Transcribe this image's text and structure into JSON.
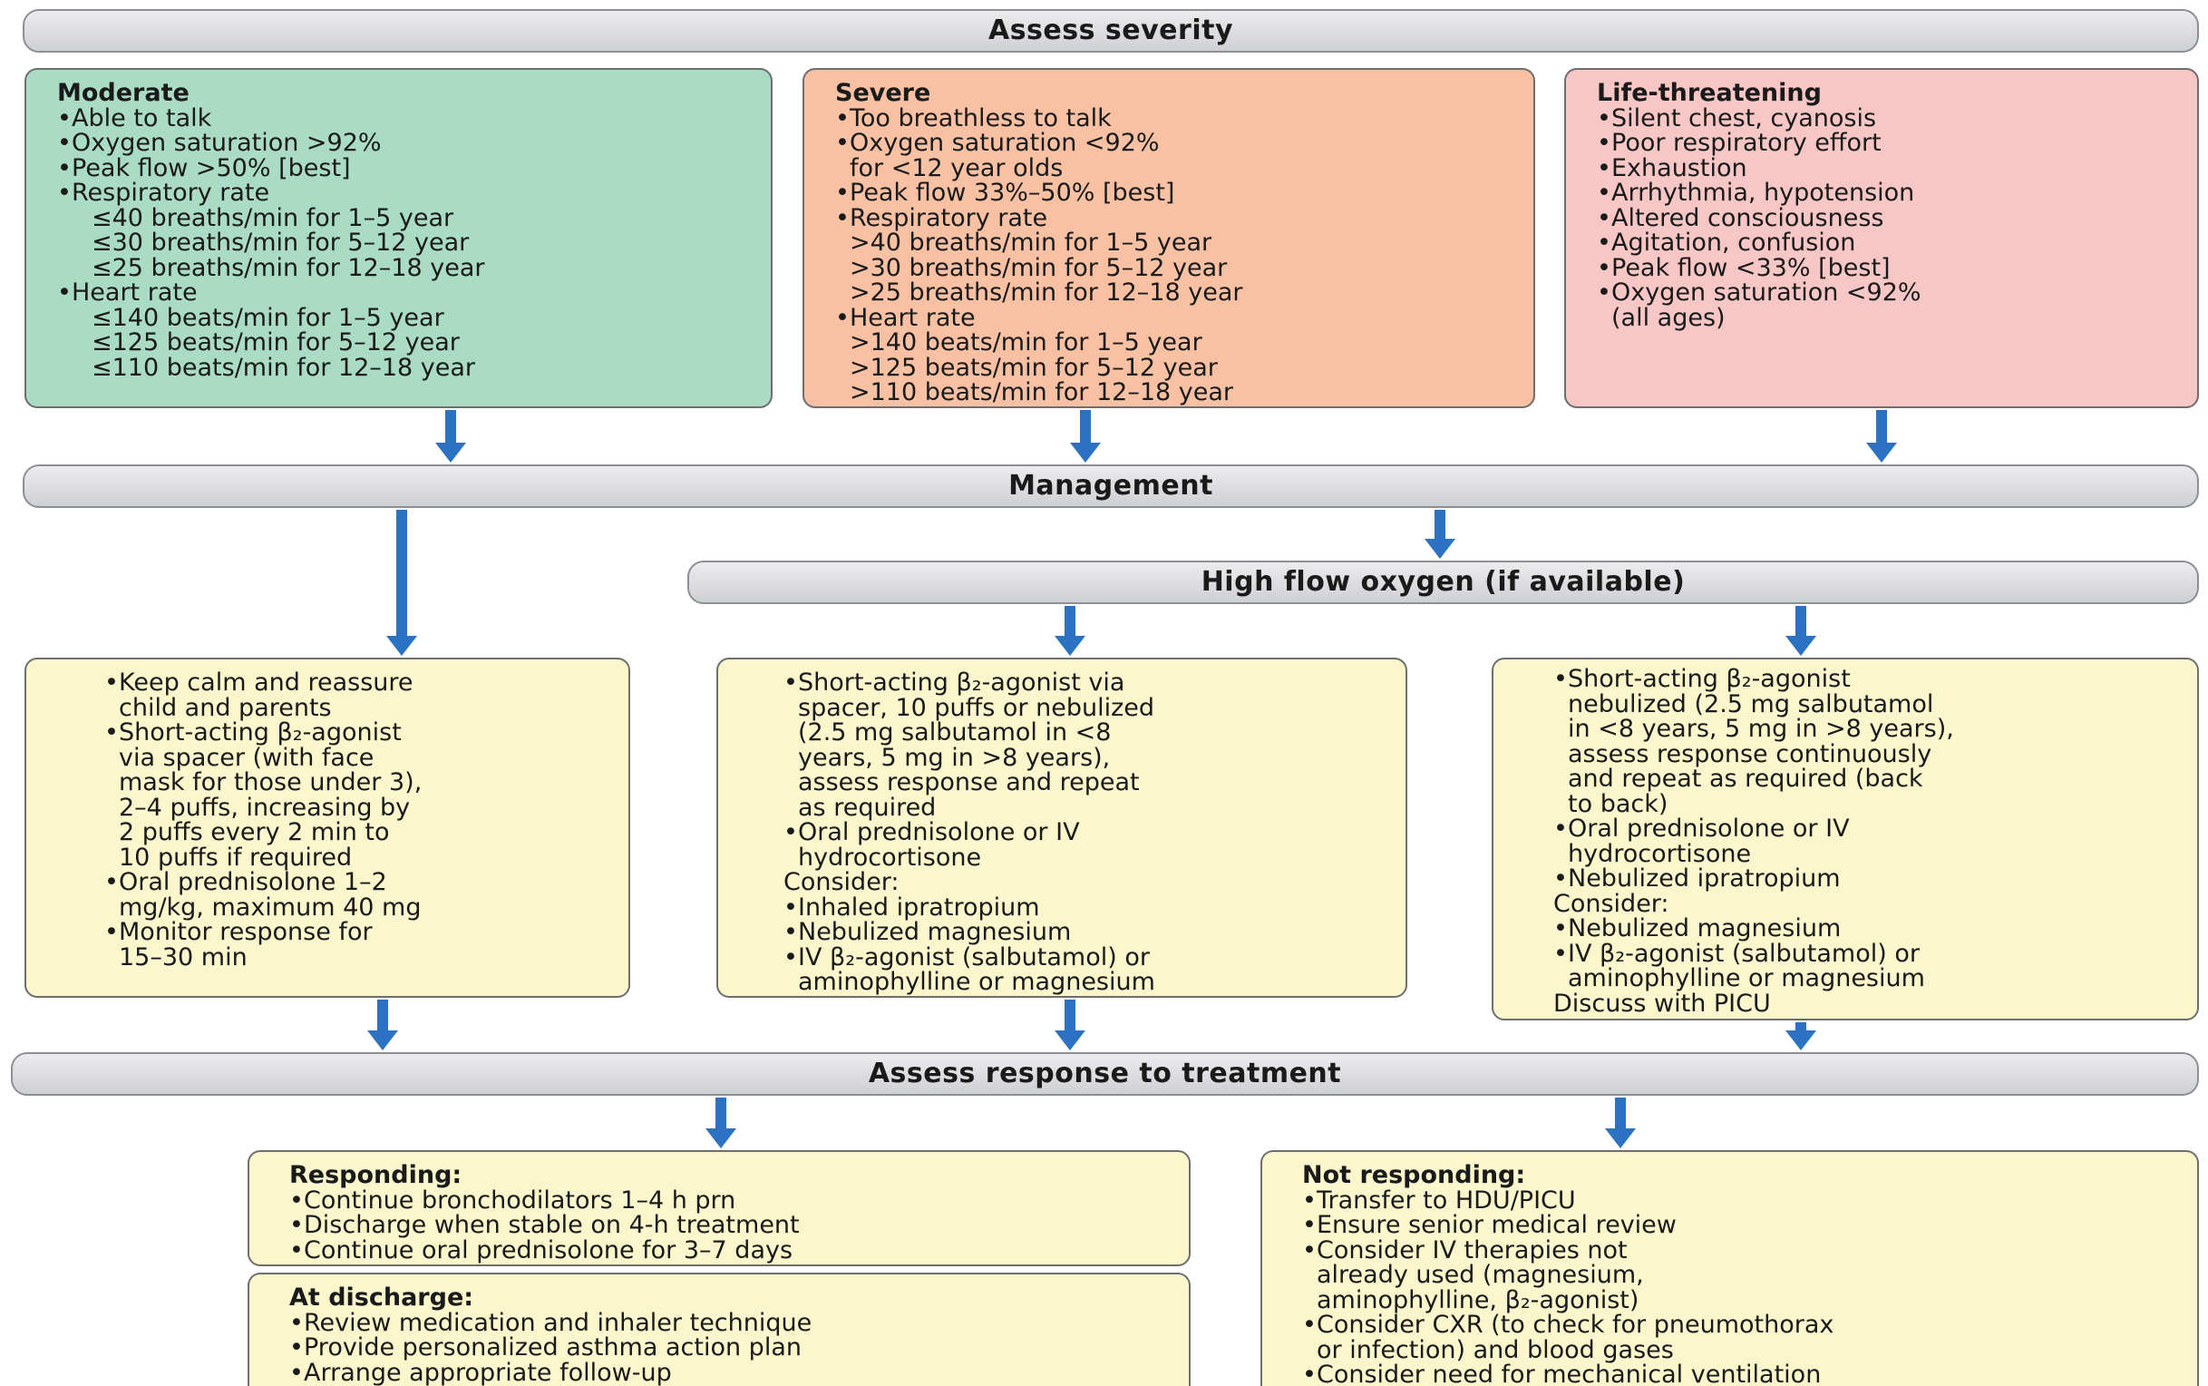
{
  "bars": {
    "assess_severity": "Assess severity",
    "management": "Management",
    "high_flow": "High flow oxygen (if available)",
    "assess_response": "Assess response to treatment"
  },
  "moderate": {
    "title": "Moderate",
    "items": [
      {
        "t": "Able to talk",
        "kind": "b"
      },
      {
        "t": "Oxygen saturation >92%",
        "kind": "b"
      },
      {
        "t": "Peak flow >50% [best]",
        "kind": "b"
      },
      {
        "t": "Respiratory rate",
        "kind": "b"
      },
      {
        "t": "≤40 breaths/min for 1–5 year",
        "kind": "sub"
      },
      {
        "t": "≤30 breaths/min for 5–12 year",
        "kind": "sub"
      },
      {
        "t": "≤25 breaths/min for 12–18 year",
        "kind": "sub"
      },
      {
        "t": "Heart rate",
        "kind": "b"
      },
      {
        "t": "≤140 beats/min for 1–5 year",
        "kind": "sub"
      },
      {
        "t": "≤125 beats/min for 5–12 year",
        "kind": "sub"
      },
      {
        "t": "≤110 beats/min for 12–18 year",
        "kind": "sub"
      }
    ]
  },
  "severe": {
    "title": "Severe",
    "items": [
      {
        "t": "Too breathless to talk",
        "kind": "b"
      },
      {
        "t": "Oxygen saturation <92%",
        "kind": "b"
      },
      {
        "t": "for <12 year olds",
        "kind": "cont"
      },
      {
        "t": "Peak flow 33%–50% [best]",
        "kind": "b"
      },
      {
        "t": "Respiratory rate",
        "kind": "b"
      },
      {
        "t": ">40 breaths/min for 1–5 year",
        "kind": "cont"
      },
      {
        "t": ">30 breaths/min for 5–12 year",
        "kind": "cont"
      },
      {
        "t": ">25 breaths/min for 12–18 year",
        "kind": "cont"
      },
      {
        "t": "Heart rate",
        "kind": "b"
      },
      {
        "t": ">140 beats/min for 1–5 year",
        "kind": "cont"
      },
      {
        "t": ">125 beats/min for 5–12 year",
        "kind": "cont"
      },
      {
        "t": ">110 beats/min for 12–18 year",
        "kind": "cont"
      }
    ]
  },
  "life": {
    "title": "Life-threatening",
    "items": [
      {
        "t": "Silent chest, cyanosis",
        "kind": "b"
      },
      {
        "t": "Poor respiratory effort",
        "kind": "b"
      },
      {
        "t": "Exhaustion",
        "kind": "b"
      },
      {
        "t": "Arrhythmia, hypotension",
        "kind": "b"
      },
      {
        "t": "Altered consciousness",
        "kind": "b"
      },
      {
        "t": "Agitation, confusion",
        "kind": "b"
      },
      {
        "t": "Peak flow <33% [best]",
        "kind": "b"
      },
      {
        "t": "Oxygen saturation <92%",
        "kind": "b"
      },
      {
        "t": "(all ages)",
        "kind": "cont"
      }
    ]
  },
  "mgmt_moderate": {
    "items": [
      {
        "t": "Keep calm and reassure",
        "kind": "b"
      },
      {
        "t": "child and parents",
        "kind": "cont"
      },
      {
        "t": "Short-acting β₂-agonist",
        "kind": "b"
      },
      {
        "t": "via spacer (with face",
        "kind": "cont"
      },
      {
        "t": "mask for those under 3),",
        "kind": "cont"
      },
      {
        "t": "2–4 puffs, increasing by",
        "kind": "cont"
      },
      {
        "t": "2 puffs every 2 min to",
        "kind": "cont"
      },
      {
        "t": "10 puffs if required",
        "kind": "cont"
      },
      {
        "t": "Oral prednisolone 1–2",
        "kind": "b"
      },
      {
        "t": "mg/kg, maximum 40 mg",
        "kind": "cont"
      },
      {
        "t": "Monitor response for",
        "kind": "b"
      },
      {
        "t": "15–30 min",
        "kind": "cont"
      }
    ]
  },
  "mgmt_severe": {
    "items": [
      {
        "t": "Short-acting β₂-agonist via",
        "kind": "b"
      },
      {
        "t": "spacer, 10 puffs or nebulized",
        "kind": "cont"
      },
      {
        "t": "(2.5 mg salbutamol in <8",
        "kind": "cont"
      },
      {
        "t": "years, 5 mg in >8 years),",
        "kind": "cont"
      },
      {
        "t": "assess response and repeat",
        "kind": "cont"
      },
      {
        "t": "as required",
        "kind": "cont"
      },
      {
        "t": "Oral prednisolone or IV",
        "kind": "b"
      },
      {
        "t": "hydrocortisone",
        "kind": "cont"
      },
      {
        "t": "Consider:",
        "kind": "head"
      },
      {
        "t": "Inhaled ipratropium",
        "kind": "b"
      },
      {
        "t": "Nebulized magnesium",
        "kind": "b"
      },
      {
        "t": "IV β₂-agonist (salbutamol) or",
        "kind": "b"
      },
      {
        "t": "aminophylline or magnesium",
        "kind": "cont"
      }
    ]
  },
  "mgmt_life": {
    "items": [
      {
        "t": "Short-acting β₂-agonist",
        "kind": "b"
      },
      {
        "t": "nebulized (2.5 mg salbutamol",
        "kind": "cont"
      },
      {
        "t": "in <8 years, 5 mg in >8 years),",
        "kind": "cont"
      },
      {
        "t": "assess response continuously",
        "kind": "cont"
      },
      {
        "t": "and repeat as required (back",
        "kind": "cont"
      },
      {
        "t": "to back)",
        "kind": "cont"
      },
      {
        "t": "Oral prednisolone or IV",
        "kind": "b"
      },
      {
        "t": "hydrocortisone",
        "kind": "cont"
      },
      {
        "t": "Nebulized ipratropium",
        "kind": "b"
      },
      {
        "t": "Consider:",
        "kind": "head"
      },
      {
        "t": "Nebulized magnesium",
        "kind": "b"
      },
      {
        "t": "IV β₂-agonist (salbutamol) or",
        "kind": "b"
      },
      {
        "t": "aminophylline or magnesium",
        "kind": "cont"
      },
      {
        "t": "Discuss with PICU",
        "kind": "head"
      }
    ]
  },
  "responding": {
    "title": "Responding:",
    "items": [
      {
        "t": "Continue bronchodilators 1–4 h prn",
        "kind": "b"
      },
      {
        "t": "Discharge when stable on 4-h treatment",
        "kind": "b"
      },
      {
        "t": "Continue oral prednisolone for 3–7 days",
        "kind": "b"
      }
    ]
  },
  "discharge": {
    "title": "At discharge:",
    "items": [
      {
        "t": "Review medication and inhaler technique",
        "kind": "b"
      },
      {
        "t": "Provide personalized asthma action plan",
        "kind": "b"
      },
      {
        "t": "Arrange appropriate follow-up",
        "kind": "b"
      }
    ]
  },
  "not_responding": {
    "title": "Not responding:",
    "items": [
      {
        "t": "Transfer to HDU/PICU",
        "kind": "b"
      },
      {
        "t": "Ensure senior medical review",
        "kind": "b"
      },
      {
        "t": "Consider IV therapies not",
        "kind": "b"
      },
      {
        "t": "already used (magnesium,",
        "kind": "cont"
      },
      {
        "t": "aminophylline, β₂-agonist)",
        "kind": "cont"
      },
      {
        "t": "Consider CXR (to check for pneumothorax",
        "kind": "b"
      },
      {
        "t": "or infection) and blood gases",
        "kind": "cont"
      },
      {
        "t": "Consider need for mechanical ventilation",
        "kind": "b"
      }
    ]
  }
}
